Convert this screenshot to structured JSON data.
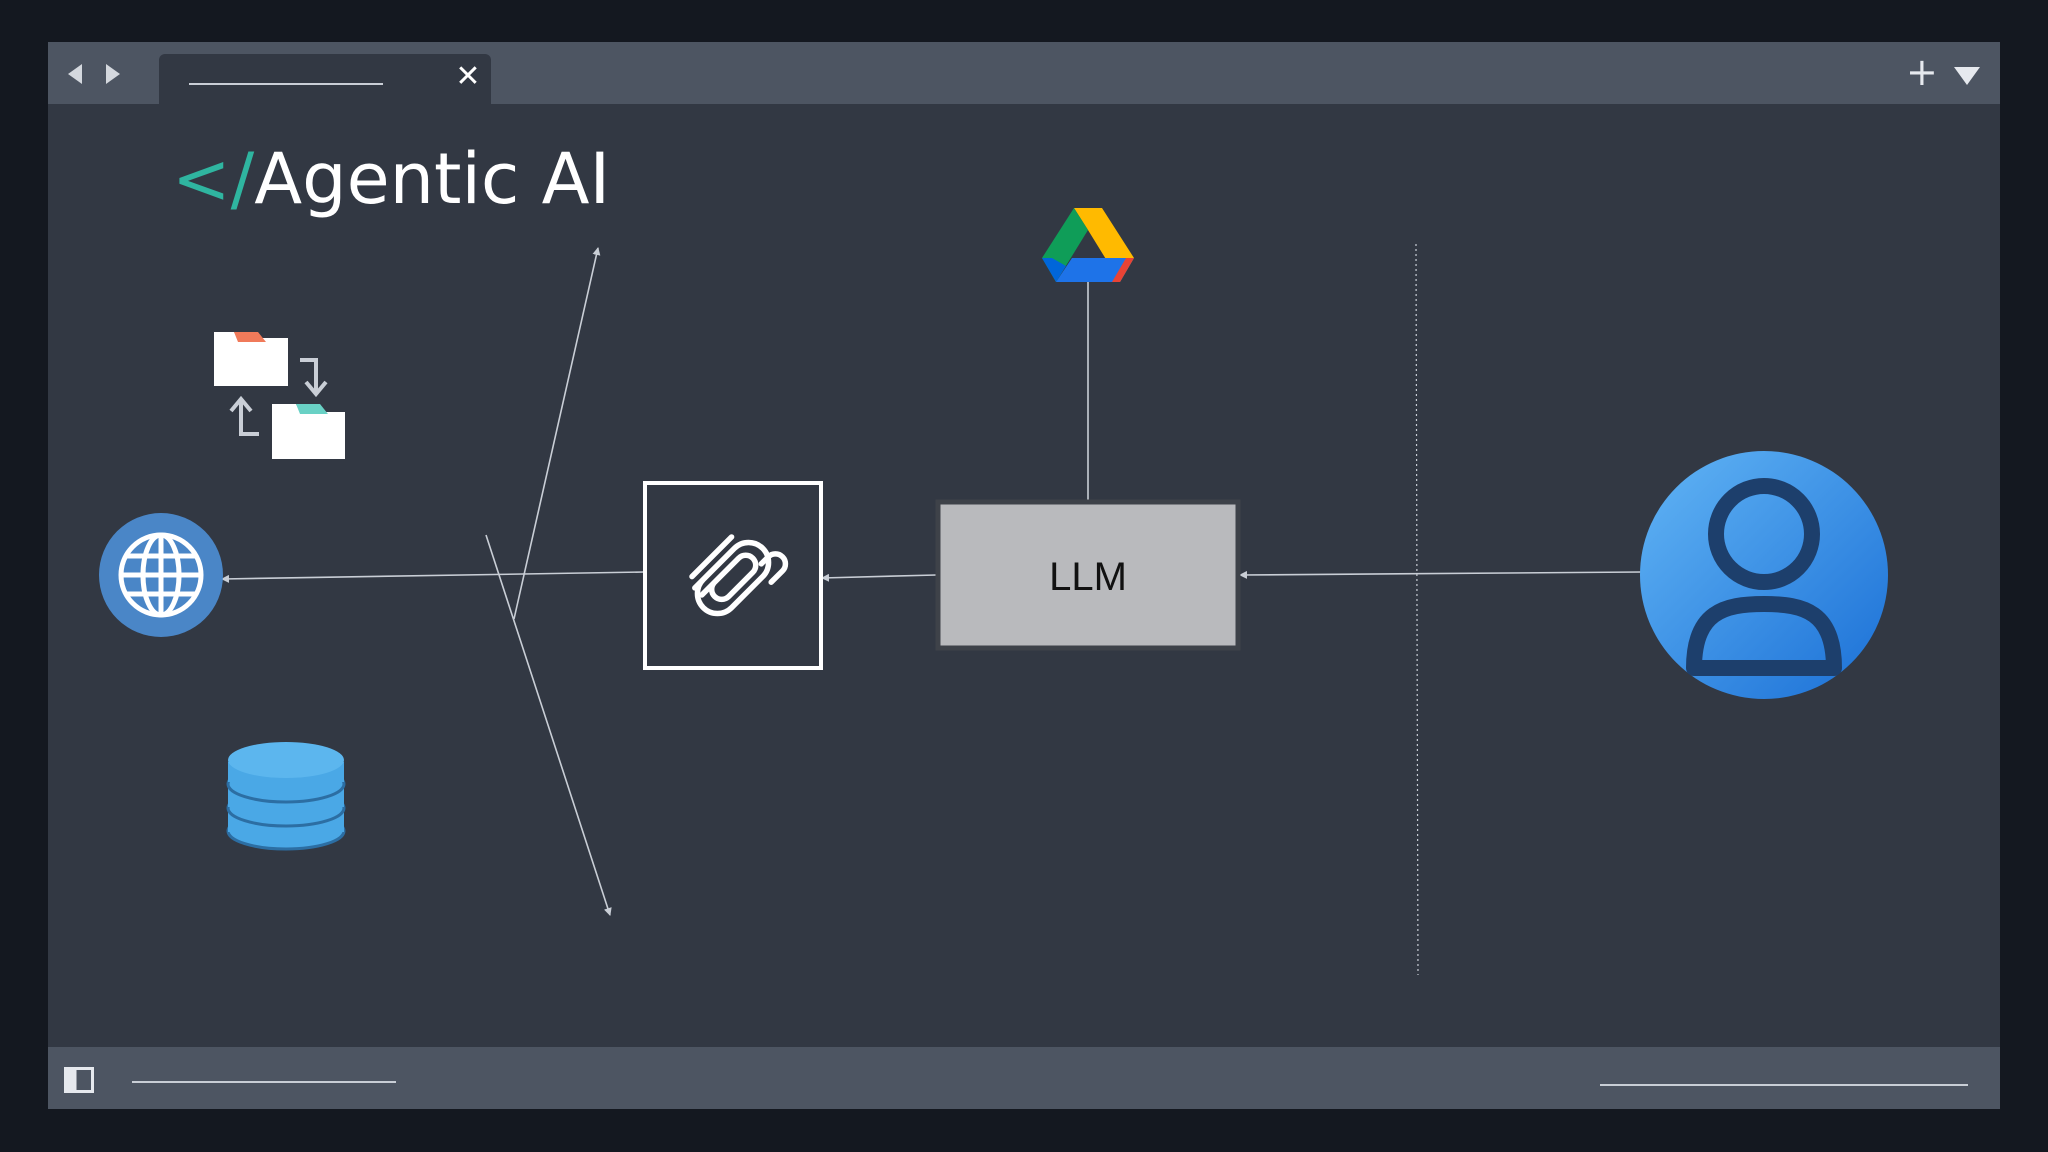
{
  "window": {
    "tab_title": "",
    "tab_close_icon": "close-icon",
    "nav_back_icon": "back-arrow-icon",
    "nav_forward_icon": "forward-arrow-icon",
    "new_tab_label": "+",
    "menu_icon": "dropdown-triangle-icon"
  },
  "title": {
    "prefix": "</",
    "text": "Agentic AI"
  },
  "diagram": {
    "llm_label": "LLM",
    "nodes": [
      {
        "id": "user",
        "icon": "user-avatar-icon"
      },
      {
        "id": "llm",
        "icon": ""
      },
      {
        "id": "agent-framework",
        "icon": "langchain-paperclip-icon"
      },
      {
        "id": "google-drive",
        "icon": "google-drive-icon"
      },
      {
        "id": "web",
        "icon": "globe-icon"
      },
      {
        "id": "file-transfer",
        "icon": "folder-sync-icon"
      },
      {
        "id": "database",
        "icon": "database-icon"
      }
    ],
    "colors": {
      "accent": "#2fb5a0",
      "llm_box": "#b9babd",
      "globe": "#4a86c7",
      "user_avatar": "#3f8ee0",
      "database": "#4aa8e6"
    }
  }
}
